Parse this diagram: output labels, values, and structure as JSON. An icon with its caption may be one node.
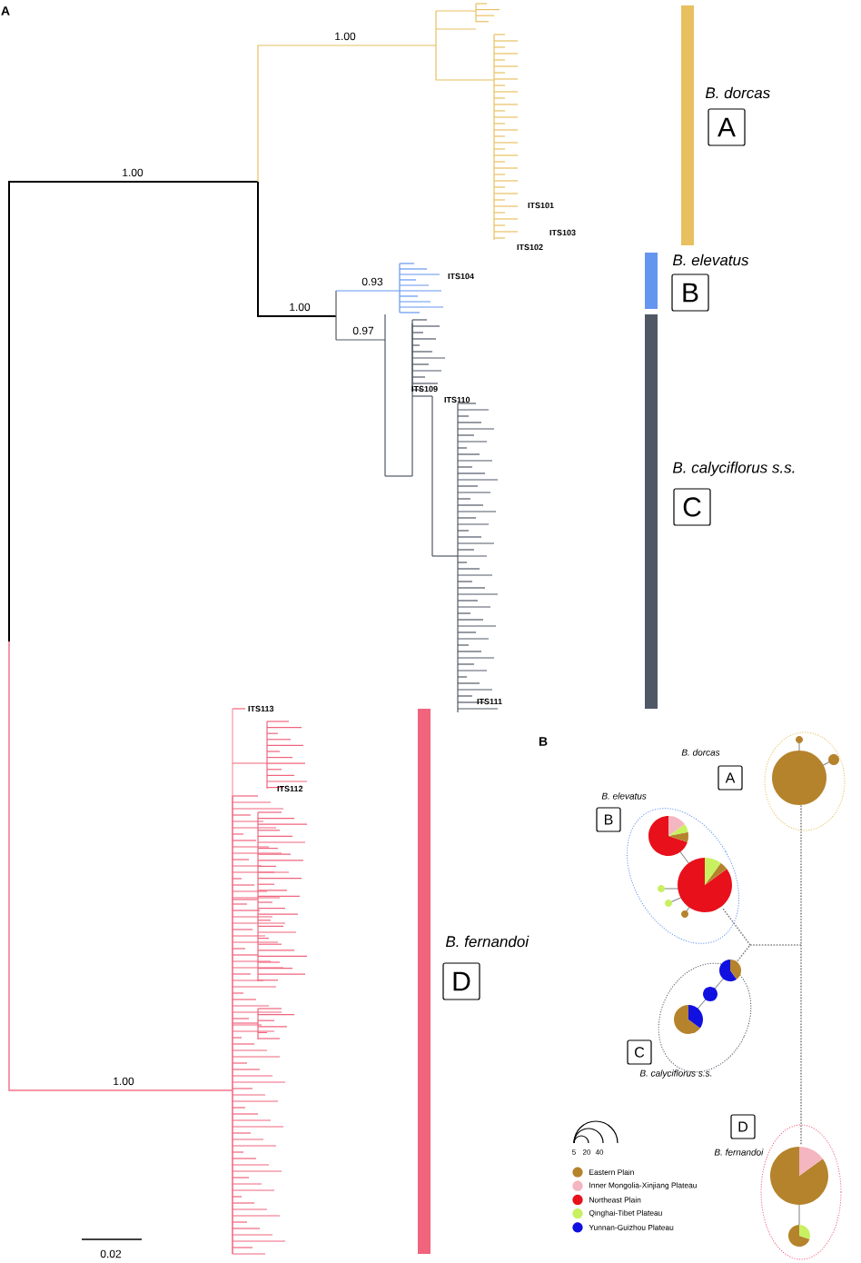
{
  "diagram": {
    "nodes": [
      {
        "text": [
          "A"
        ],
        "beside": [
          "B. dorcas"
        ]
      },
      {
        "text": [
          "B"
        ],
        "beside": [
          "B. elevatus"
        ]
      },
      {
        "text": [
          "C"
        ],
        "beside": [
          "B. calyciflorus s.s."
        ]
      },
      {
        "text": [
          "D"
        ],
        "beside": [
          "B. fernandoi"
        ]
      },
      {
        "text": [
          "A"
        ],
        "beside": [
          "B. dorcas"
        ]
      },
      {
        "text": [
          "B"
        ],
        "beside": [
          "B. elevatus"
        ]
      },
      {
        "text": [
          "C"
        ],
        "beside": [
          "B. calyciflorus s.s."
        ]
      },
      {
        "text": [
          "D"
        ],
        "beside": [
          "B. fernandoi"
        ]
      }
    ],
    "edges": [],
    "labels": [
      "A",
      "1.00",
      "1.00",
      "ITS101",
      "ITS103",
      "ITS102",
      "0.93",
      "ITS104",
      "1.00",
      "0.97",
      "ITS109",
      "ITS110",
      "ITS111",
      "ITS113",
      "ITS112",
      "1.00",
      "0.02",
      "B",
      "5",
      "20",
      "40"
    ],
    "legend": [
      {
        "text": "Eastern Plain",
        "color": "#b5832c"
      },
      {
        "text": "Inner Mongolia-Xinjiang Plateau",
        "color": "#f4b6c0"
      },
      {
        "text": "Northeast Plain",
        "color": "#e8101a"
      },
      {
        "text": "Qinghai-Tibet Plateau",
        "color": "#c8f060"
      },
      {
        "text": "Yunnan-Guizhou Plateau",
        "color": "#1010e0"
      }
    ]
  }
}
